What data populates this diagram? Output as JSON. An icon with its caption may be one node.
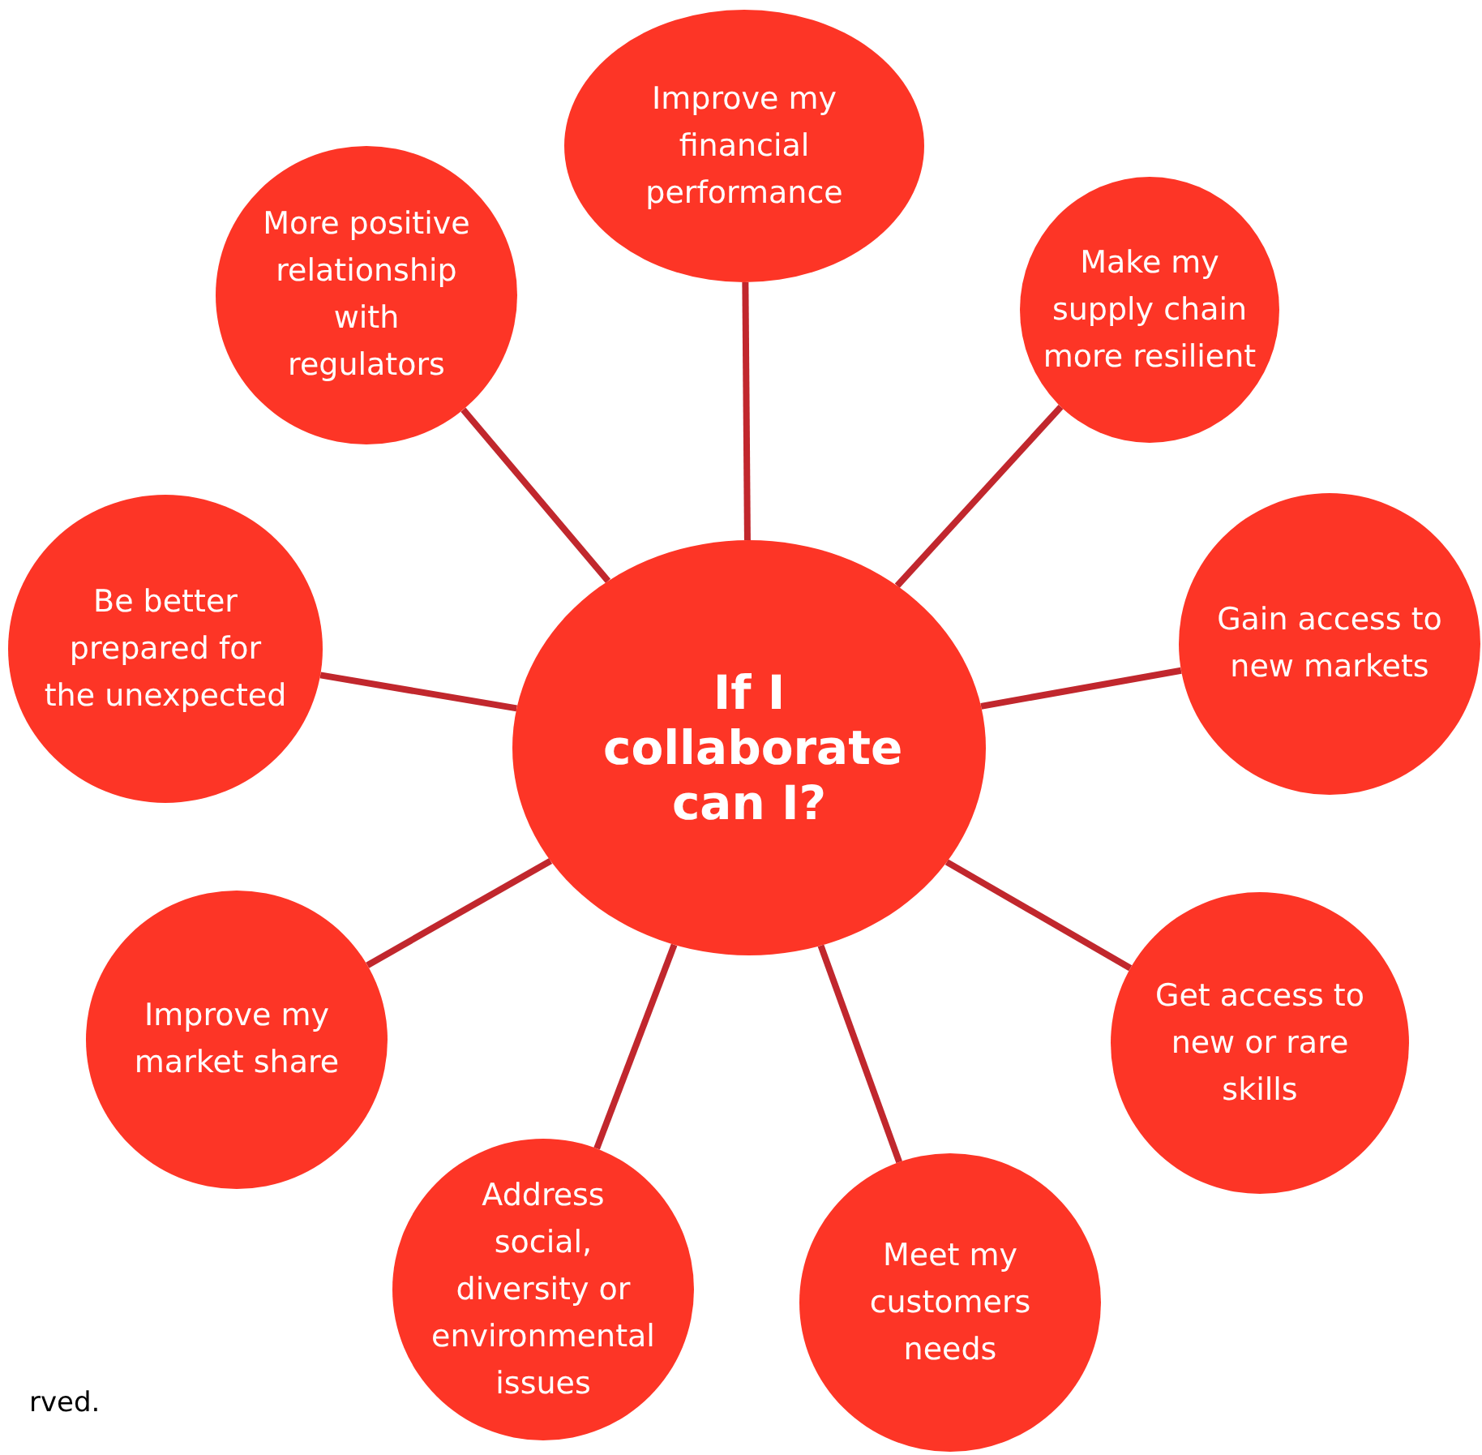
{
  "diagram": {
    "nodes": [
      {
        "text": [
          "If I collaborate can I?"
        ]
      },
      {
        "text": [
          "Improve my financial performance"
        ]
      },
      {
        "text": [
          "Make my supply chain more resilient"
        ]
      },
      {
        "text": [
          "Gain access to new markets"
        ]
      },
      {
        "text": [
          "Get access to new or rare skills"
        ]
      },
      {
        "text": [
          "Meet my customers needs"
        ]
      },
      {
        "text": [
          "Address social, diversity or environmental issues"
        ]
      },
      {
        "text": [
          "Improve my market share"
        ]
      },
      {
        "text": [
          "Be better prepared for the unexpected"
        ]
      },
      {
        "text": [
          "More positive relationship with regulators"
        ]
      }
    ],
    "edges": [
      {
        "from": 0,
        "to": 1,
        "arrow": "none"
      },
      {
        "from": 0,
        "to": 2,
        "arrow": "none"
      },
      {
        "from": 0,
        "to": 3,
        "arrow": "none"
      },
      {
        "from": 0,
        "to": 4,
        "arrow": "none"
      },
      {
        "from": 0,
        "to": 5,
        "arrow": "none"
      },
      {
        "from": 0,
        "to": 6,
        "arrow": "none"
      },
      {
        "from": 0,
        "to": 7,
        "arrow": "none"
      },
      {
        "from": 0,
        "to": 8,
        "arrow": "none"
      },
      {
        "from": 0,
        "to": 9,
        "arrow": "none"
      }
    ],
    "labels": [
      "rved."
    ]
  }
}
